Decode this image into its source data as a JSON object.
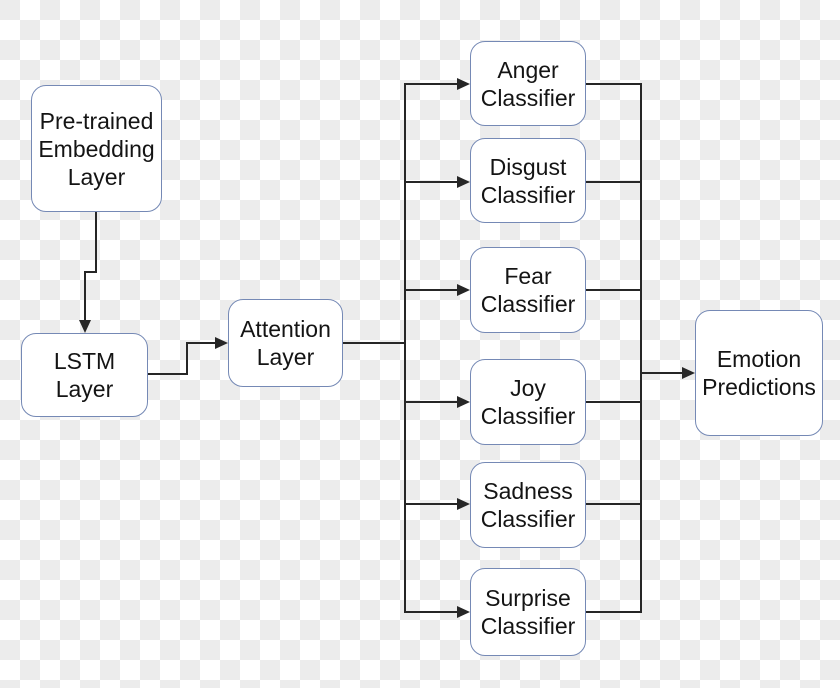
{
  "diagram": {
    "nodes": [
      {
        "id": "pretrained-embedding",
        "lines": [
          "Pre-trained",
          "Embedding",
          "Layer"
        ]
      },
      {
        "id": "lstm",
        "lines": [
          "LSTM",
          "Layer"
        ]
      },
      {
        "id": "attention",
        "lines": [
          "Attention",
          "Layer"
        ]
      },
      {
        "id": "anger-classifier",
        "lines": [
          "Anger",
          "Classifier"
        ]
      },
      {
        "id": "disgust-classifier",
        "lines": [
          "Disgust",
          "Classifier"
        ]
      },
      {
        "id": "fear-classifier",
        "lines": [
          "Fear",
          "Classifier"
        ]
      },
      {
        "id": "joy-classifier",
        "lines": [
          "Joy",
          "Classifier"
        ]
      },
      {
        "id": "sadness-classifier",
        "lines": [
          "Sadness",
          "Classifier"
        ]
      },
      {
        "id": "surprise-classifier",
        "lines": [
          "Surprise",
          "Classifier"
        ]
      },
      {
        "id": "emotion-predictions",
        "lines": [
          "Emotion",
          "Predictions"
        ]
      }
    ],
    "edges": [
      {
        "from": "pretrained-embedding",
        "to": "lstm"
      },
      {
        "from": "lstm",
        "to": "attention"
      },
      {
        "from": "attention",
        "to": "anger-classifier"
      },
      {
        "from": "attention",
        "to": "disgust-classifier"
      },
      {
        "from": "attention",
        "to": "fear-classifier"
      },
      {
        "from": "attention",
        "to": "joy-classifier"
      },
      {
        "from": "attention",
        "to": "sadness-classifier"
      },
      {
        "from": "attention",
        "to": "surprise-classifier"
      },
      {
        "from": "anger-classifier",
        "to": "emotion-predictions"
      },
      {
        "from": "disgust-classifier",
        "to": "emotion-predictions"
      },
      {
        "from": "fear-classifier",
        "to": "emotion-predictions"
      },
      {
        "from": "joy-classifier",
        "to": "emotion-predictions"
      },
      {
        "from": "sadness-classifier",
        "to": "emotion-predictions"
      },
      {
        "from": "surprise-classifier",
        "to": "emotion-predictions"
      }
    ],
    "colors": {
      "node_border": "#7589b5",
      "node_fill": "#ffffff",
      "text": "#141414",
      "connector": "#262626",
      "checker_gray": "#ececec",
      "checker_white": "#ffffff"
    }
  }
}
